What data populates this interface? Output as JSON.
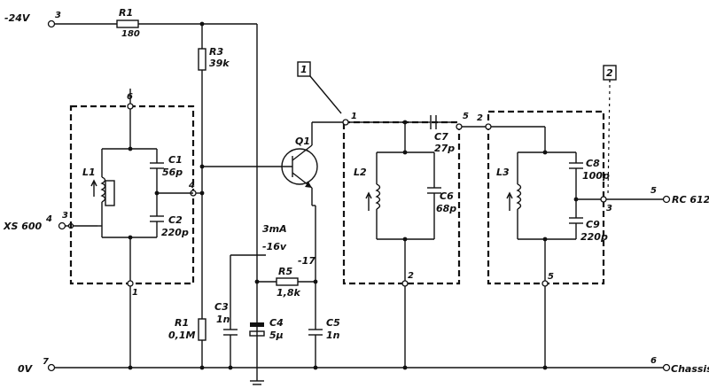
{
  "terminals": {
    "supply_label": "-24V",
    "supply_pin": "3",
    "input_label": "XS 600",
    "input_pin": "4",
    "input_pin_inner": "3",
    "ground_label": "0V",
    "ground_pin": "7",
    "output_label": "RC 612",
    "output_pin": "5",
    "output_pin_inner": "3",
    "chassis_label": "Chassis",
    "chassis_pin": "6"
  },
  "components": {
    "r1_top_name": "R1",
    "r1_top_value": "180",
    "r3_name": "R3",
    "r3_value": "39k",
    "r1_bottom_name": "R1",
    "r1_bottom_value": "0,1M",
    "r5_name": "R5",
    "r5_value": "1,8k",
    "c1_name": "C1",
    "c1_value": "56p",
    "c2_name": "C2",
    "c2_value": "220p",
    "c3_name": "C3",
    "c3_value": "1n",
    "c4_name": "C4",
    "c4_value": "5µ",
    "c5_name": "C5",
    "c5_value": "1n",
    "c6_name": "C6",
    "c6_value": "68p",
    "c7_name": "C7",
    "c7_value": "27p",
    "c8_name": "C8",
    "c8_value": "100p",
    "c9_name": "C9",
    "c9_value": "220p",
    "l1_name": "L1",
    "l2_name": "L2",
    "l3_name": "L3",
    "q1_name": "Q1"
  },
  "measurements": {
    "current": "3mA",
    "voltage_a": "-16v",
    "voltage_b": "-17"
  },
  "module_pins": {
    "box1_top": "6",
    "box1_right": "4",
    "box1_left": "3",
    "box1_bottom": "1",
    "box2_left": "1",
    "box2_right": "5",
    "box2_bottom": "2",
    "box3_left": "2",
    "box3_right": "3",
    "box3_bottom": "5"
  },
  "test_points": {
    "tp1": "1",
    "tp2": "2"
  }
}
